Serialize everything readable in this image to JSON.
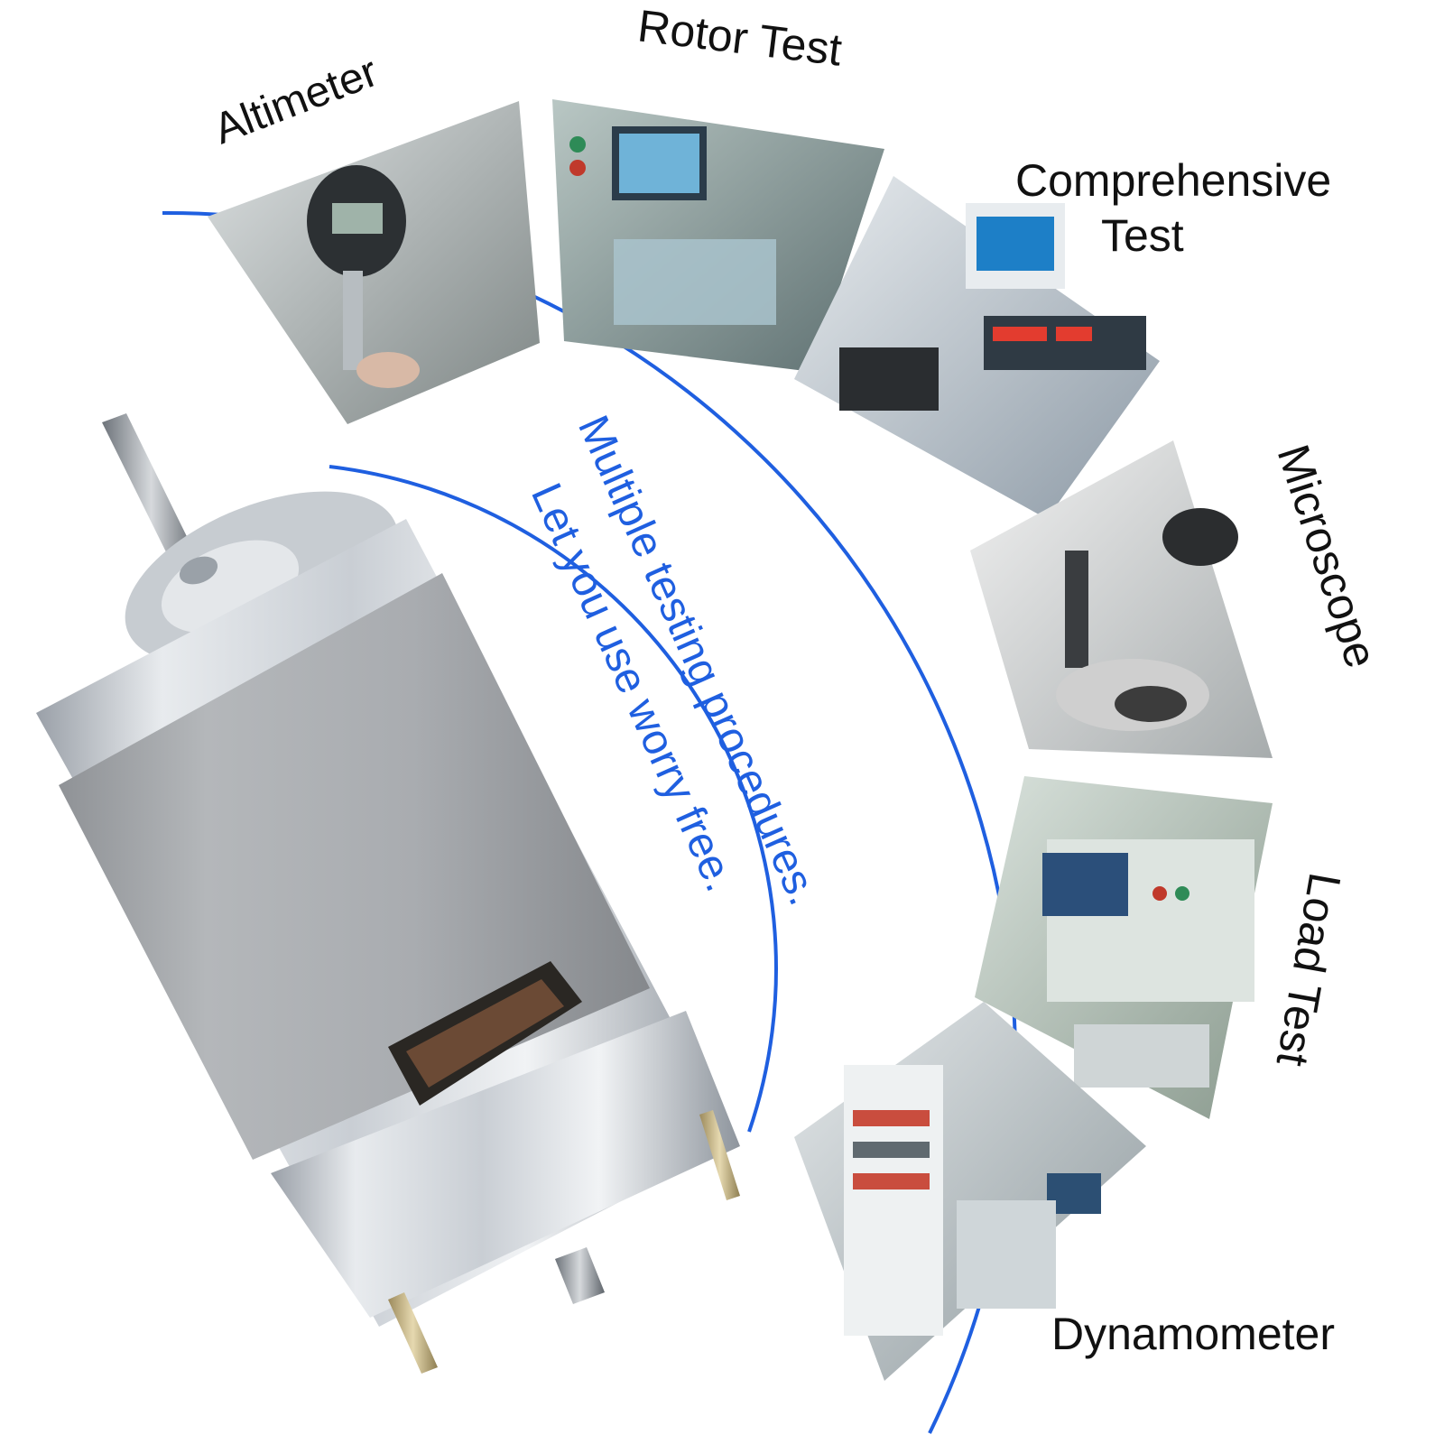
{
  "slogan": {
    "line1": "Multiple testing procedures.",
    "line2": "Let you use worry free.",
    "color": "#1f5fe0"
  },
  "arc_color": "#1f5fe0",
  "stations": [
    {
      "label": "Altimeter"
    },
    {
      "label": "Rotor Test"
    },
    {
      "label": "Comprehensive",
      "label_line2": "Test"
    },
    {
      "label": "Microscope"
    },
    {
      "label": "Load Test"
    },
    {
      "label": "Dynamometer"
    }
  ],
  "product": {
    "description_icon": "dc-motor-icon"
  }
}
